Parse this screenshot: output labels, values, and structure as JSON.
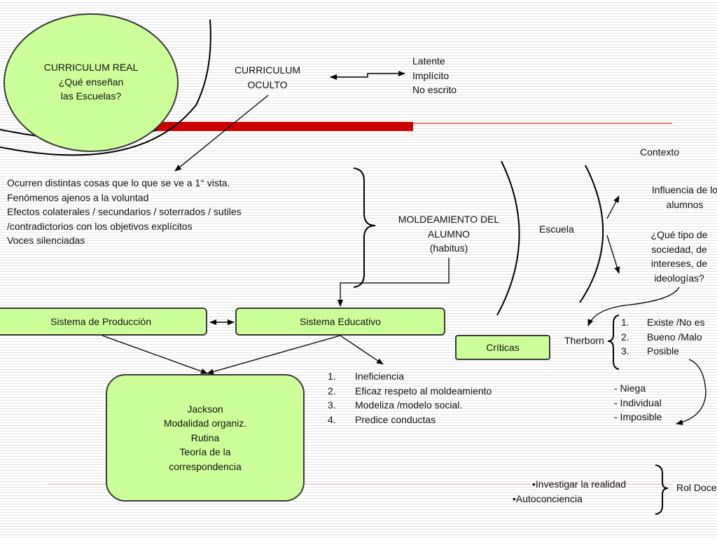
{
  "curriculum_real": [
    "CURRICULUM REAL",
    "¿Qué enseñan",
    "las Escuelas?"
  ],
  "curriculum_oculto": [
    "CURRICULUM",
    "OCULTO"
  ],
  "oculto_traits": [
    "Latente",
    "Implícito",
    "No escrito"
  ],
  "ocurren_lines": [
    "Ocurren distintas cosas que lo que se ve a 1° vista.",
    "Fenómenos ajenos a la voluntad",
    "Efectos colaterales / secundarios / soterrados / sutiles",
    "/contradictorios con los objetivos explícitos",
    "Voces silenciadas"
  ],
  "moldeamiento": [
    "MOLDEAMIENTO DEL",
    "ALUMNO",
    "(habitus)"
  ],
  "escuela": "Escuela",
  "contexto": "Contexto",
  "influencia": [
    "Influencia de lo",
    "alumnos"
  ],
  "que_tipo": [
    "¿Qué tipo de",
    "sociedad, de",
    "intereses, de",
    "ideologías?"
  ],
  "sistema_produccion": "Sistema de Producción",
  "sistema_educativo": "Sistema Educativo",
  "criticas": "Críticas",
  "therborn": "Therborn",
  "therborn_items": [
    {
      "n": "1.",
      "text": "Existe /No es"
    },
    {
      "n": "2.",
      "text": "Bueno /Malo"
    },
    {
      "n": "3.",
      "text": "Posible"
    }
  ],
  "therborn_responses": [
    "- Niega",
    "- Individual",
    "- Imposible"
  ],
  "jackson": [
    "Jackson",
    "Modalidad organiz.",
    "Rutina",
    "Teoría de la",
    "correspondencia"
  ],
  "criticas_list": [
    {
      "n": "1.",
      "text": "Ineficiencia"
    },
    {
      "n": "2.",
      "text": "Eficaz respeto al moldeamiento"
    },
    {
      "n": "3.",
      "text": "Modeliza /modelo social."
    },
    {
      "n": "4.",
      "text": "Predice conductas"
    }
  ],
  "rol_bullets": [
    "•Investigar la realidad",
    "•Autoconciencia"
  ],
  "rol_docente": "Rol Docente",
  "colors": {
    "box_fill": "#ccff99",
    "accent_red": "#cc0000",
    "line": "#000000"
  }
}
